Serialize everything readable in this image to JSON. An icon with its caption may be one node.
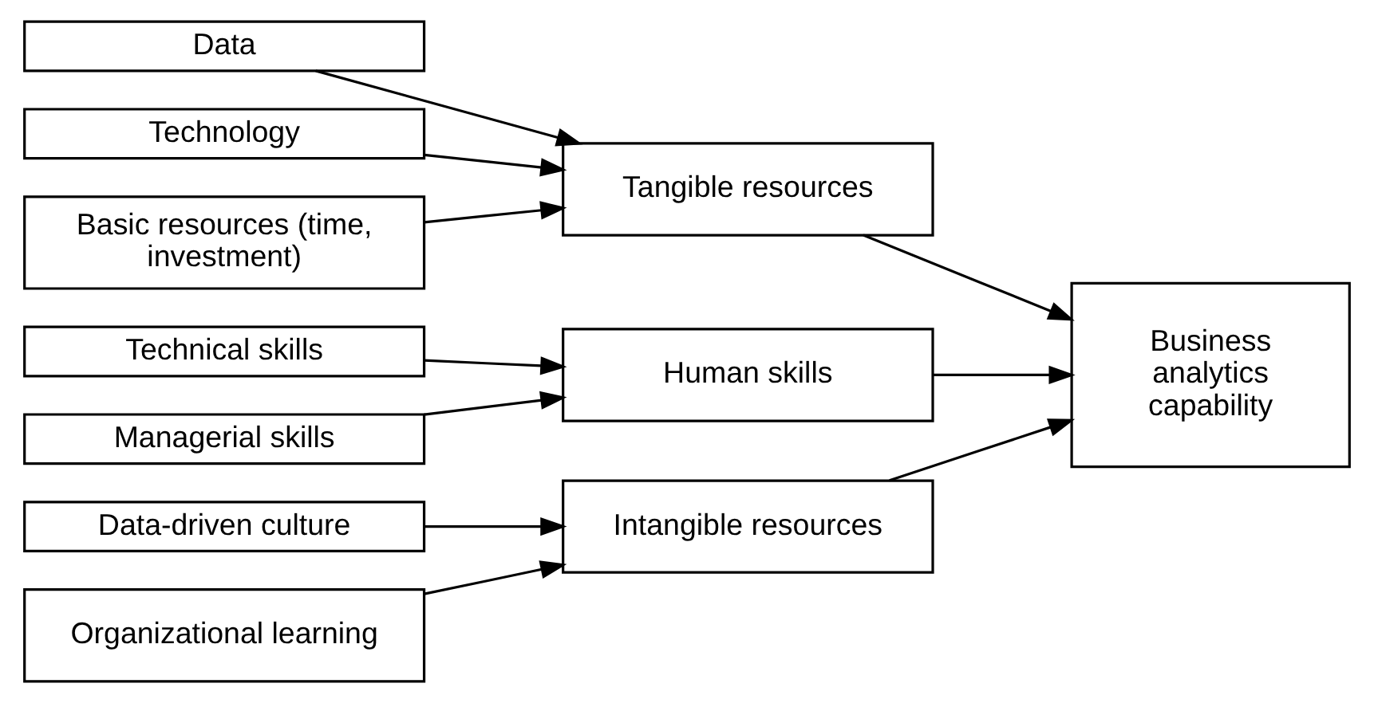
{
  "diagram": {
    "nodes": [
      {
        "text": [
          "Data"
        ]
      },
      {
        "text": [
          "Technology"
        ]
      },
      {
        "text": [
          "Basic resources (time, investment)"
        ]
      },
      {
        "text": [
          "Tangible resources"
        ]
      },
      {
        "text": [
          "Technical skills"
        ]
      },
      {
        "text": [
          "Managerial skills"
        ]
      },
      {
        "text": [
          "Human skills"
        ]
      },
      {
        "text": [
          "Data-driven culture"
        ]
      },
      {
        "text": [
          "Organizational learning"
        ]
      },
      {
        "text": [
          "Intangible resources"
        ]
      },
      {
        "text": [
          "Business analytics capability"
        ]
      }
    ],
    "edges": [
      {
        "from": 0,
        "to": 3,
        "arrow": "to"
      },
      {
        "from": 1,
        "to": 3,
        "arrow": "to"
      },
      {
        "from": 2,
        "to": 3,
        "arrow": "to"
      },
      {
        "from": 4,
        "to": 6,
        "arrow": "to"
      },
      {
        "from": 5,
        "to": 6,
        "arrow": "to"
      },
      {
        "from": 7,
        "to": 9,
        "arrow": "to"
      },
      {
        "from": 8,
        "to": 9,
        "arrow": "to"
      },
      {
        "from": 3,
        "to": 10,
        "arrow": "to"
      },
      {
        "from": 6,
        "to": 10,
        "arrow": "to"
      },
      {
        "from": 9,
        "to": 10,
        "arrow": "to"
      }
    ]
  }
}
